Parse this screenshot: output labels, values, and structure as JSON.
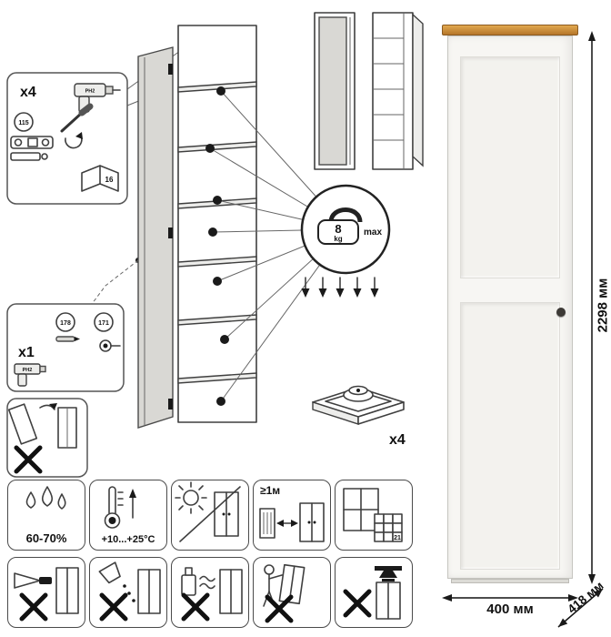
{
  "callouts": {
    "hinge": {
      "count": "x4",
      "part_badge": "115",
      "manual_page": "16",
      "bit": "PH2"
    },
    "handle": {
      "count": "x1",
      "dowel_badge": "178",
      "knob_badge": "171",
      "bit": "PH2"
    },
    "load_limit": {
      "value": "8",
      "unit": "kg",
      "qualifier": "max"
    },
    "feet": {
      "count": "x4"
    }
  },
  "care": {
    "humidity_range": "60-70%",
    "temperature_range": "+10...+25°C",
    "min_distance": "≥1м",
    "window_badge": "21"
  },
  "dimensions": {
    "height": "2298 мм",
    "width": "400 мм",
    "depth": "418 мм"
  },
  "colors": {
    "wood_top": "#c0853a",
    "cabinet_white": "#f7f6f3",
    "knob": "#3d3a36",
    "line": "#3f3f3f"
  }
}
